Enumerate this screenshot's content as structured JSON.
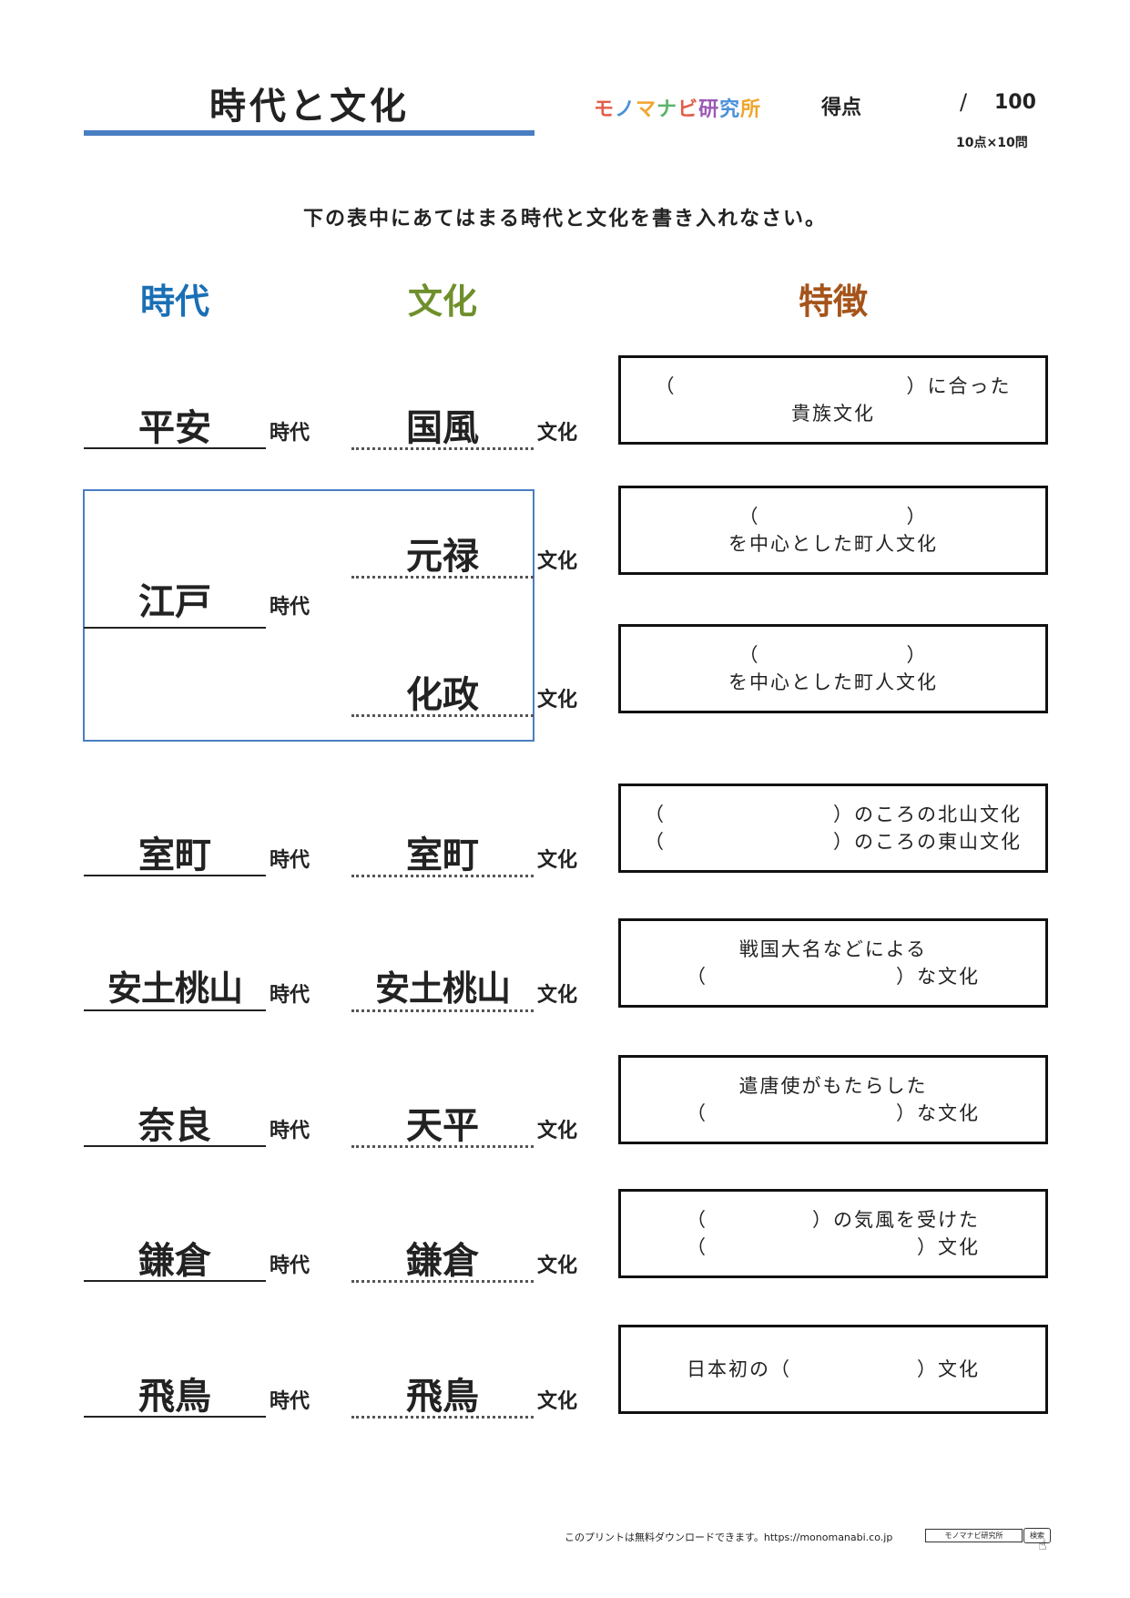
{
  "header": {
    "title": "時代と文化",
    "logo": "モノマナビ研究所",
    "score_label": "得点",
    "score_slash": "/",
    "score_max": "100",
    "score_note": "10点×10問"
  },
  "instruction": "下の表中にあてはまる時代と文化を書き入れなさい。",
  "columns": {
    "era": "時代",
    "culture": "文化",
    "feature": "特徴"
  },
  "colors": {
    "era": "#1a6fb5",
    "culture": "#6f8f2c",
    "feature": "#a5541a",
    "accent": "#4a7ec3"
  },
  "suffix": {
    "era": "時代",
    "culture": "文化"
  },
  "rows": [
    {
      "era": "平安",
      "culture": "国風",
      "feature": [
        "（　　　　　　　　　　　）に合った",
        "貴族文化"
      ]
    },
    {
      "era": "江戸",
      "culture": "元禄",
      "feature": [
        "（　　　　　　　）",
        "を中心とした町人文化"
      ]
    },
    {
      "era": "",
      "culture": "化政",
      "feature": [
        "（　　　　　　　）",
        "を中心とした町人文化"
      ]
    },
    {
      "era": "室町",
      "culture": "室町",
      "feature": [
        "（　　　　　　　　）のころの北山文化",
        "（　　　　　　　　）のころの東山文化"
      ]
    },
    {
      "era": "安土桃山",
      "culture": "安土桃山",
      "feature": [
        "戦国大名などによる",
        "（　　　　　　　　　）な文化"
      ]
    },
    {
      "era": "奈良",
      "culture": "天平",
      "feature": [
        "遣唐使がもたらした",
        "（　　　　　　　　　）な文化"
      ]
    },
    {
      "era": "鎌倉",
      "culture": "鎌倉",
      "feature": [
        "（　　　　　）の気風を受けた",
        "（　　　　　　　　　　）文化"
      ]
    },
    {
      "era": "飛鳥",
      "culture": "飛鳥",
      "feature": [
        "日本初の（　　　　　　）文化"
      ]
    }
  ],
  "footer": {
    "text": "このプリントは無料ダウンロードできます。https://monomanabi.co.jp",
    "search_box": "モノマナビ研究所",
    "search_button": "検索"
  }
}
